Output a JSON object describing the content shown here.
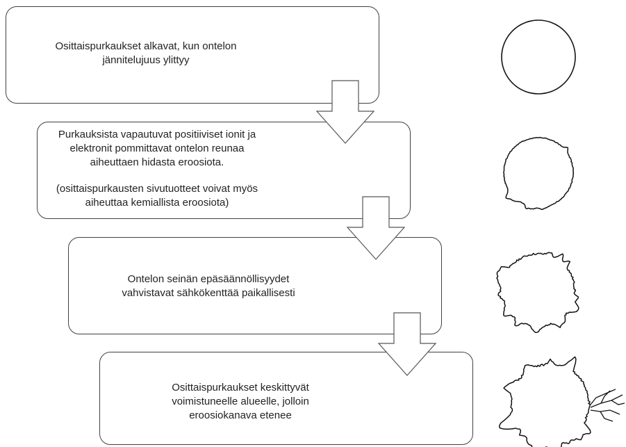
{
  "steps": [
    {
      "lines": [
        "Osittaispurkaukset alkavat, kun ontelon",
        "jännitelujuus ylittyy"
      ]
    },
    {
      "lines": [
        "Purkauksista vapautuvat positiiviset ionit ja",
        "elektronit pommittavat ontelon reunaa",
        "aiheuttaen hidasta eroosiota."
      ],
      "note": [
        "(osittaispurkausten sivutuotteet voivat myös",
        "aiheuttaa kemiallista eroosiota)"
      ]
    },
    {
      "lines": [
        "Ontelon seinän epäsäännöllisyydet",
        "vahvistavat sähkökenttää paikallisesti"
      ]
    },
    {
      "lines": [
        "Osittaispurkaukset keskittyvät",
        "voimistuneelle alueelle, jolloin",
        "eroosiokanava etenee"
      ]
    }
  ],
  "shapes": [
    "smooth-cavity-icon",
    "slightly-eroded-cavity-icon",
    "irregular-cavity-icon",
    "cavity-with-erosion-channel-icon"
  ]
}
